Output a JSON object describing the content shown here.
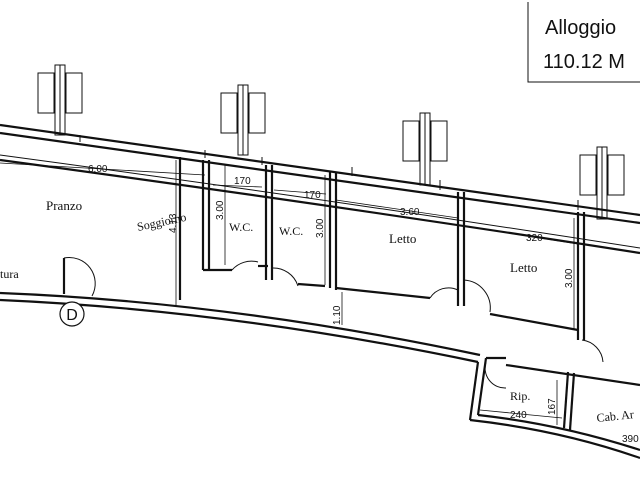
{
  "title_box": {
    "line1": "Alloggio",
    "line2": "110.12 M"
  },
  "rooms": {
    "pranzo": "Pranzo",
    "soggiorno": "Soggiorno",
    "wc1": "W.C.",
    "wc2": "W.C.",
    "letto1": "Letto",
    "letto2": "Letto",
    "rip": "Rip.",
    "cab": "Cab. Ar",
    "cottura": "tura"
  },
  "dimensions": {
    "d600": "6.00",
    "d413": "4.13",
    "d170a": "170",
    "d170b": "170",
    "d300a": "3.00",
    "d300b": "3.00",
    "d360": "3.60",
    "d320": "320",
    "d300c": "3.00",
    "d110": "1.10",
    "d240": "240",
    "d167": "167",
    "d390": "390"
  },
  "marker": "D"
}
